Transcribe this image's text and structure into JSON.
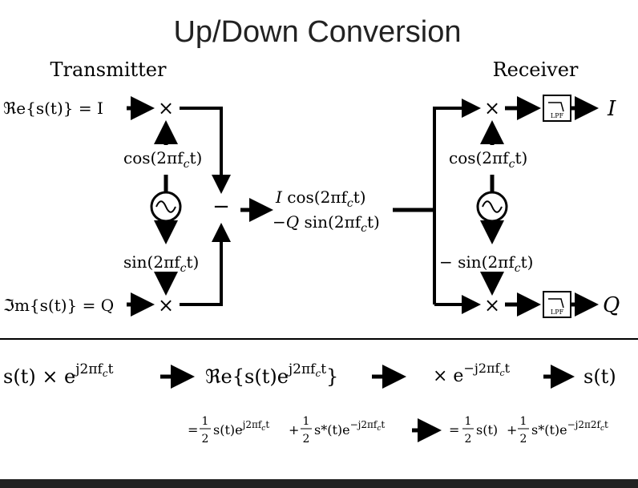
{
  "title": "Up/Down Conversion",
  "transmitter": {
    "heading": "Transmitter",
    "input_i": "ℜe{s(t)} = I",
    "input_q": "ℑm{s(t)} = Q",
    "carrier_cos": "cos(2πf",
    "carrier_cos_sub": "c",
    "carrier_cos_tail": "t)",
    "carrier_sin": "sin(2πf",
    "carrier_sin_sub": "c",
    "carrier_sin_tail": "t)",
    "combiner": "−"
  },
  "channel": {
    "line1_a": "I",
    "line1_b": " cos(2πf",
    "line1_sub": "c",
    "line1_tail": "t)",
    "line2_a": "−Q",
    "line2_b": " sin(2πf",
    "line2_sub": "c",
    "line2_tail": "t)"
  },
  "receiver": {
    "heading": "Receiver",
    "carrier_cos": "cos(2πf",
    "carrier_cos_sub": "c",
    "carrier_cos_tail": "t)",
    "carrier_sin": "− sin(2πf",
    "carrier_sin_sub": "c",
    "carrier_sin_tail": "t)",
    "filter_label": "LPF",
    "output_i": "I",
    "output_q": "Q"
  },
  "symbols": {
    "mixer": "×"
  },
  "equations": {
    "e1": "s(t) × e",
    "e1_sup": "j2πf",
    "e1_sup_sub": "c",
    "e1_sup_tail": "t",
    "e2": "ℜe{s(t)e",
    "e2_sup": "j2πf",
    "e2_sup_sub": "c",
    "e2_sup_tail": "t",
    "e2_close": "}",
    "e3": "× e",
    "e3_sup": "−j2πf",
    "e3_sup_sub": "c",
    "e3_sup_tail": "t",
    "e4": "s(t)",
    "lhs_prefix": "=",
    "lhs_term1": "s(t)e",
    "lhs_term1_sup": "j2πf",
    "lhs_term1_sup_sub": "c",
    "lhs_term1_sup_tail": "t",
    "lhs_plus": "+",
    "lhs_term2": "s*(t)e",
    "lhs_term2_sup": "−j2πf",
    "lhs_term2_sup_sub": "c",
    "lhs_term2_sup_tail": "t",
    "rhs_prefix": "=",
    "rhs_term1": "s(t)",
    "rhs_plus": "+",
    "rhs_term2": "s*(t)e",
    "rhs_term2_sup": "−j2π2f",
    "rhs_term2_sup_sub": "c",
    "rhs_term2_sup_tail": "t",
    "frac_num": "1",
    "frac_den": "2"
  }
}
